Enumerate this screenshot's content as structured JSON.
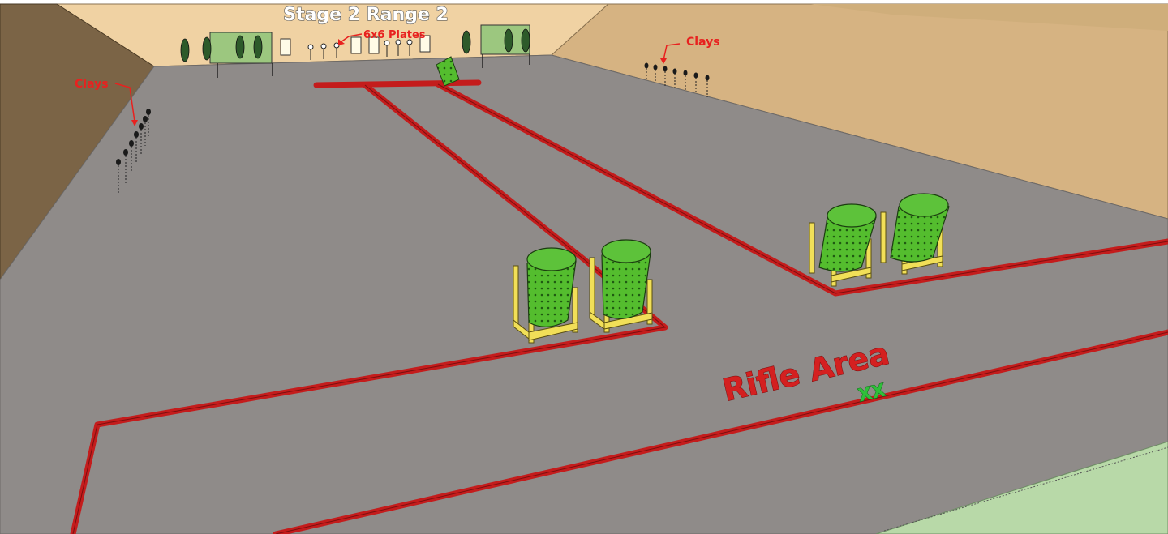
{
  "scene": {
    "title": "Stage 2  Range 2",
    "plates_label": "6x6 Plates",
    "clays_left_label": "Clays",
    "clays_right_label": "Clays",
    "rifle_area_label": "Rifle Area",
    "marker_label": "XX"
  },
  "colors": {
    "floor": "#8f8b89",
    "left_wall": "#7b6446",
    "right_wall": "#d6b382",
    "back_wall": "#f0d2a3",
    "fault_line": "#c41c1c",
    "barrel": "#4fb72c",
    "barrel_stand": "#f1df58",
    "label_red": "#e8211f",
    "grass": "#b8d9a8"
  }
}
